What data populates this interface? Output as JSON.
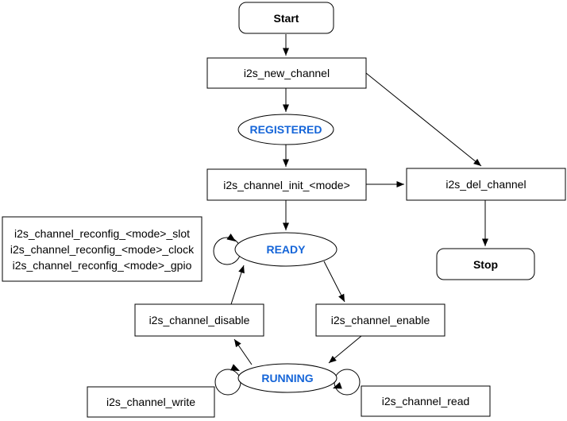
{
  "colors": {
    "background": "#ffffff",
    "node_fill": "#ffffff",
    "node_stroke": "#000000",
    "action_text": "#000000",
    "state_text": "#1565D8"
  },
  "nodes": {
    "start": {
      "label": "Start",
      "type": "terminal"
    },
    "new_channel": {
      "label": "i2s_new_channel",
      "type": "action"
    },
    "registered": {
      "label": "REGISTERED",
      "type": "state"
    },
    "init": {
      "label": "i2s_channel_init_<mode>",
      "type": "action"
    },
    "del_channel": {
      "label": "i2s_del_channel",
      "type": "action"
    },
    "stop": {
      "label": "Stop",
      "type": "terminal"
    },
    "ready": {
      "label": "READY",
      "type": "state"
    },
    "reconfig": {
      "type": "label-box",
      "lines": [
        "i2s_channel_reconfig_<mode>_slot",
        "i2s_channel_reconfig_<mode>_clock",
        "i2s_channel_reconfig_<mode>_gpio"
      ]
    },
    "disable": {
      "label": "i2s_channel_disable",
      "type": "action"
    },
    "enable": {
      "label": "i2s_channel_enable",
      "type": "action"
    },
    "running": {
      "label": "RUNNING",
      "type": "state"
    },
    "write": {
      "label": "i2s_channel_write",
      "type": "action"
    },
    "read": {
      "label": "i2s_channel_read",
      "type": "action"
    }
  },
  "edges": [
    {
      "from": "Start",
      "to": "i2s_new_channel"
    },
    {
      "from": "i2s_new_channel",
      "to": "REGISTERED"
    },
    {
      "from": "REGISTERED",
      "to": "i2s_channel_init_<mode>"
    },
    {
      "from": "i2s_channel_init_<mode>",
      "to": "READY"
    },
    {
      "from": "i2s_new_channel",
      "to": "i2s_del_channel"
    },
    {
      "from": "i2s_channel_init_<mode>",
      "to": "i2s_del_channel"
    },
    {
      "from": "i2s_del_channel",
      "to": "Stop"
    },
    {
      "from": "i2s_channel_disable",
      "to": "READY"
    },
    {
      "from": "READY",
      "to": "i2s_channel_enable"
    },
    {
      "from": "i2s_channel_enable",
      "to": "RUNNING"
    },
    {
      "from": "RUNNING",
      "to": "i2s_channel_disable"
    },
    {
      "from": "READY",
      "to": "READY",
      "kind": "self-loop"
    },
    {
      "from": "RUNNING",
      "to": "RUNNING",
      "kind": "self-loop-left"
    },
    {
      "from": "RUNNING",
      "to": "RUNNING",
      "kind": "self-loop-right"
    }
  ]
}
